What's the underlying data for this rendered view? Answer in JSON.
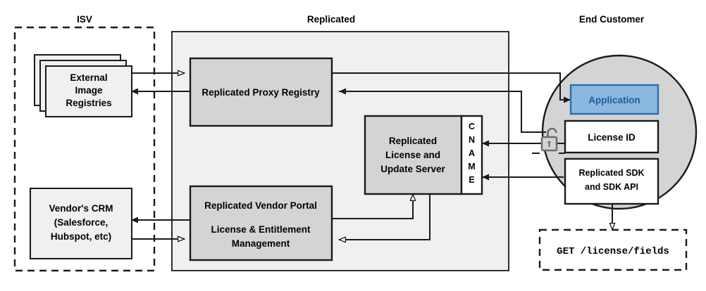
{
  "diagram": {
    "title_visible": false,
    "colors": {
      "zone_fill": "#F0F0F0",
      "box_fill": "#D4D4D4",
      "light_box_fill": "#F0F0F0",
      "white_box_fill": "#FFFFFF",
      "circle_fill": "#D4D4D4",
      "application_fill": "#8AB8E0",
      "application_stroke": "#2C6FAF",
      "application_text": "#1F5C99",
      "stroke": "#1A1A1A",
      "lock_stroke": "#6E6E6E",
      "background": "#FFFFFF"
    },
    "zones": [
      {
        "id": "isv",
        "label": "ISV",
        "style": "dashed"
      },
      {
        "id": "replicated",
        "label": "Replicated",
        "style": "solid-filled"
      },
      {
        "id": "end_customer",
        "label": "End Customer",
        "style": "circle-filled"
      }
    ],
    "isv": {
      "title": "ISV",
      "nodes": [
        {
          "id": "external_image_registries",
          "lines": [
            "External",
            "Image",
            "Registries"
          ],
          "shape": "stacked-rect",
          "stack_count": 3
        },
        {
          "id": "vendor_crm",
          "lines": [
            "Vendor's CRM",
            "(Salesforce,",
            "Hubspot, etc)"
          ],
          "shape": "rect"
        }
      ]
    },
    "replicated": {
      "title": "Replicated",
      "nodes": [
        {
          "id": "proxy_registry",
          "lines": [
            "Replicated Proxy Registry"
          ],
          "shape": "rect"
        },
        {
          "id": "license_update_server",
          "lines": [
            "Replicated",
            "License and",
            "Update Server"
          ],
          "shape": "rect",
          "sidecar": {
            "id": "cname",
            "label": "CNAME",
            "letters": [
              "C",
              "N",
              "A",
              "M",
              "E"
            ]
          }
        },
        {
          "id": "vendor_portal",
          "lines": [
            "Replicated Vendor Portal",
            "",
            "License & Entitlement",
            "Management"
          ],
          "shape": "rect"
        }
      ]
    },
    "end_customer": {
      "title": "End Customer",
      "nodes": [
        {
          "id": "application",
          "lines": [
            "Application"
          ],
          "shape": "rect",
          "accent": true
        },
        {
          "id": "license_id",
          "lines": [
            "License ID"
          ],
          "shape": "rect"
        },
        {
          "id": "replicated_sdk",
          "lines": [
            "Replicated SDK",
            "and SDK API"
          ],
          "shape": "rect"
        }
      ],
      "icons": [
        {
          "id": "unlocked-padlock-icon",
          "name": "unlocked-padlock-icon"
        }
      ]
    },
    "api_call": {
      "id": "get_license_fields",
      "label": "GET /license/fields",
      "style": "dashed"
    },
    "edges": [
      {
        "from": "external_image_registries",
        "to": "proxy_registry",
        "direction": "to"
      },
      {
        "from": "proxy_registry",
        "to": "external_image_registries",
        "direction": "to"
      },
      {
        "from": "proxy_registry",
        "to": "application",
        "direction": "to"
      },
      {
        "from": "application",
        "to": "proxy_registry",
        "direction": "to"
      },
      {
        "from": "license_id",
        "to": "license_update_server",
        "direction": "to"
      },
      {
        "from": "replicated_sdk",
        "to": "license_update_server",
        "direction": "to"
      },
      {
        "from": "vendor_portal",
        "to": "license_update_server",
        "direction": "to"
      },
      {
        "from": "license_update_server",
        "to": "vendor_portal",
        "direction": "to"
      },
      {
        "from": "vendor_portal",
        "to": "vendor_crm",
        "direction": "to"
      },
      {
        "from": "vendor_crm",
        "to": "vendor_portal",
        "direction": "to"
      },
      {
        "from": "replicated_sdk",
        "to": "get_license_fields",
        "direction": "to"
      }
    ]
  }
}
